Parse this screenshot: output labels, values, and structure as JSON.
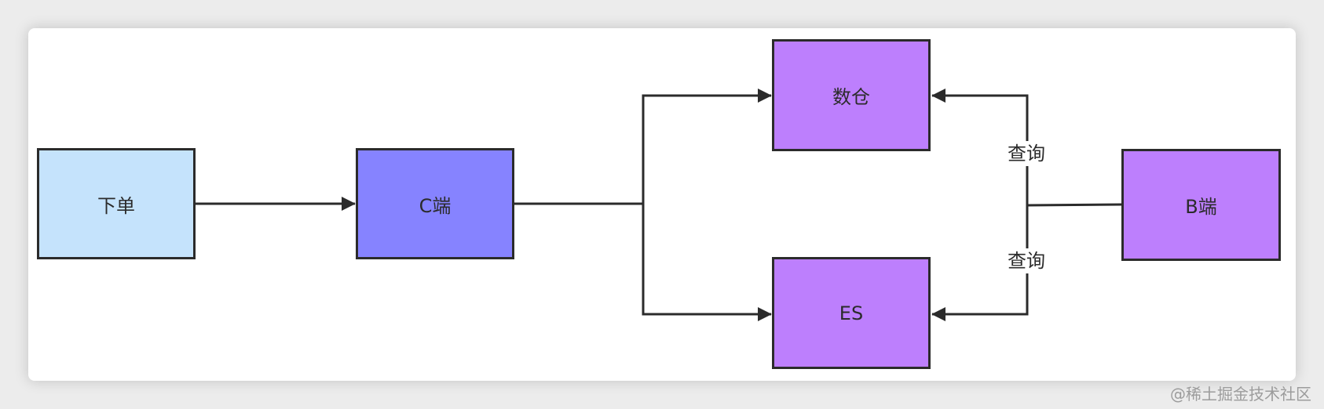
{
  "nodes": {
    "order": "下单",
    "c_end": "C端",
    "warehouse": "数仓",
    "es": "ES",
    "b_end": "B端"
  },
  "edge_labels": {
    "query_top": "查询",
    "query_bottom": "查询"
  },
  "colors": {
    "order_fill": "#c5e3fc",
    "c_end_fill": "#8683ff",
    "purple_fill": "#bd7ffd",
    "stroke": "#2b2b2b"
  },
  "watermark": "@稀土掘金技术社区"
}
